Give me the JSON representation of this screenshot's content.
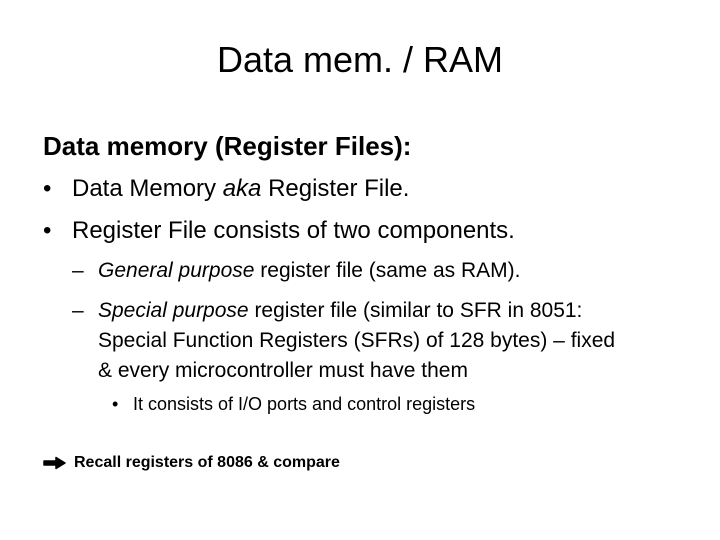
{
  "slide": {
    "title": "Data mem. / RAM",
    "heading": "Data memory (Register Files):",
    "bullets": [
      {
        "marker": "•",
        "pre": "Data Memory ",
        "italic": "aka",
        "post": " Register File."
      },
      {
        "marker": "•",
        "pre": "Register File consists of two components.",
        "italic": "",
        "post": ""
      }
    ],
    "sub_bullets": [
      {
        "marker": "–",
        "italic": "General purpose",
        "rest": " register file (same as RAM)."
      },
      {
        "marker": "–",
        "italic": "Special purpose",
        "rest": " register file (similar to SFR in 8051:",
        "line2": "Special Function Registers (SFRs) of 128 bytes) – fixed",
        "line3": "& every microcontroller must have them"
      }
    ],
    "sub_sub_bullet": {
      "marker": "•",
      "text": "It consists of I/O ports and control registers"
    },
    "footer_note": {
      "icon": "right-arrow-icon",
      "text": "Recall registers of 8086 & compare"
    },
    "colors": {
      "background": "#ffffff",
      "text": "#000000"
    }
  }
}
